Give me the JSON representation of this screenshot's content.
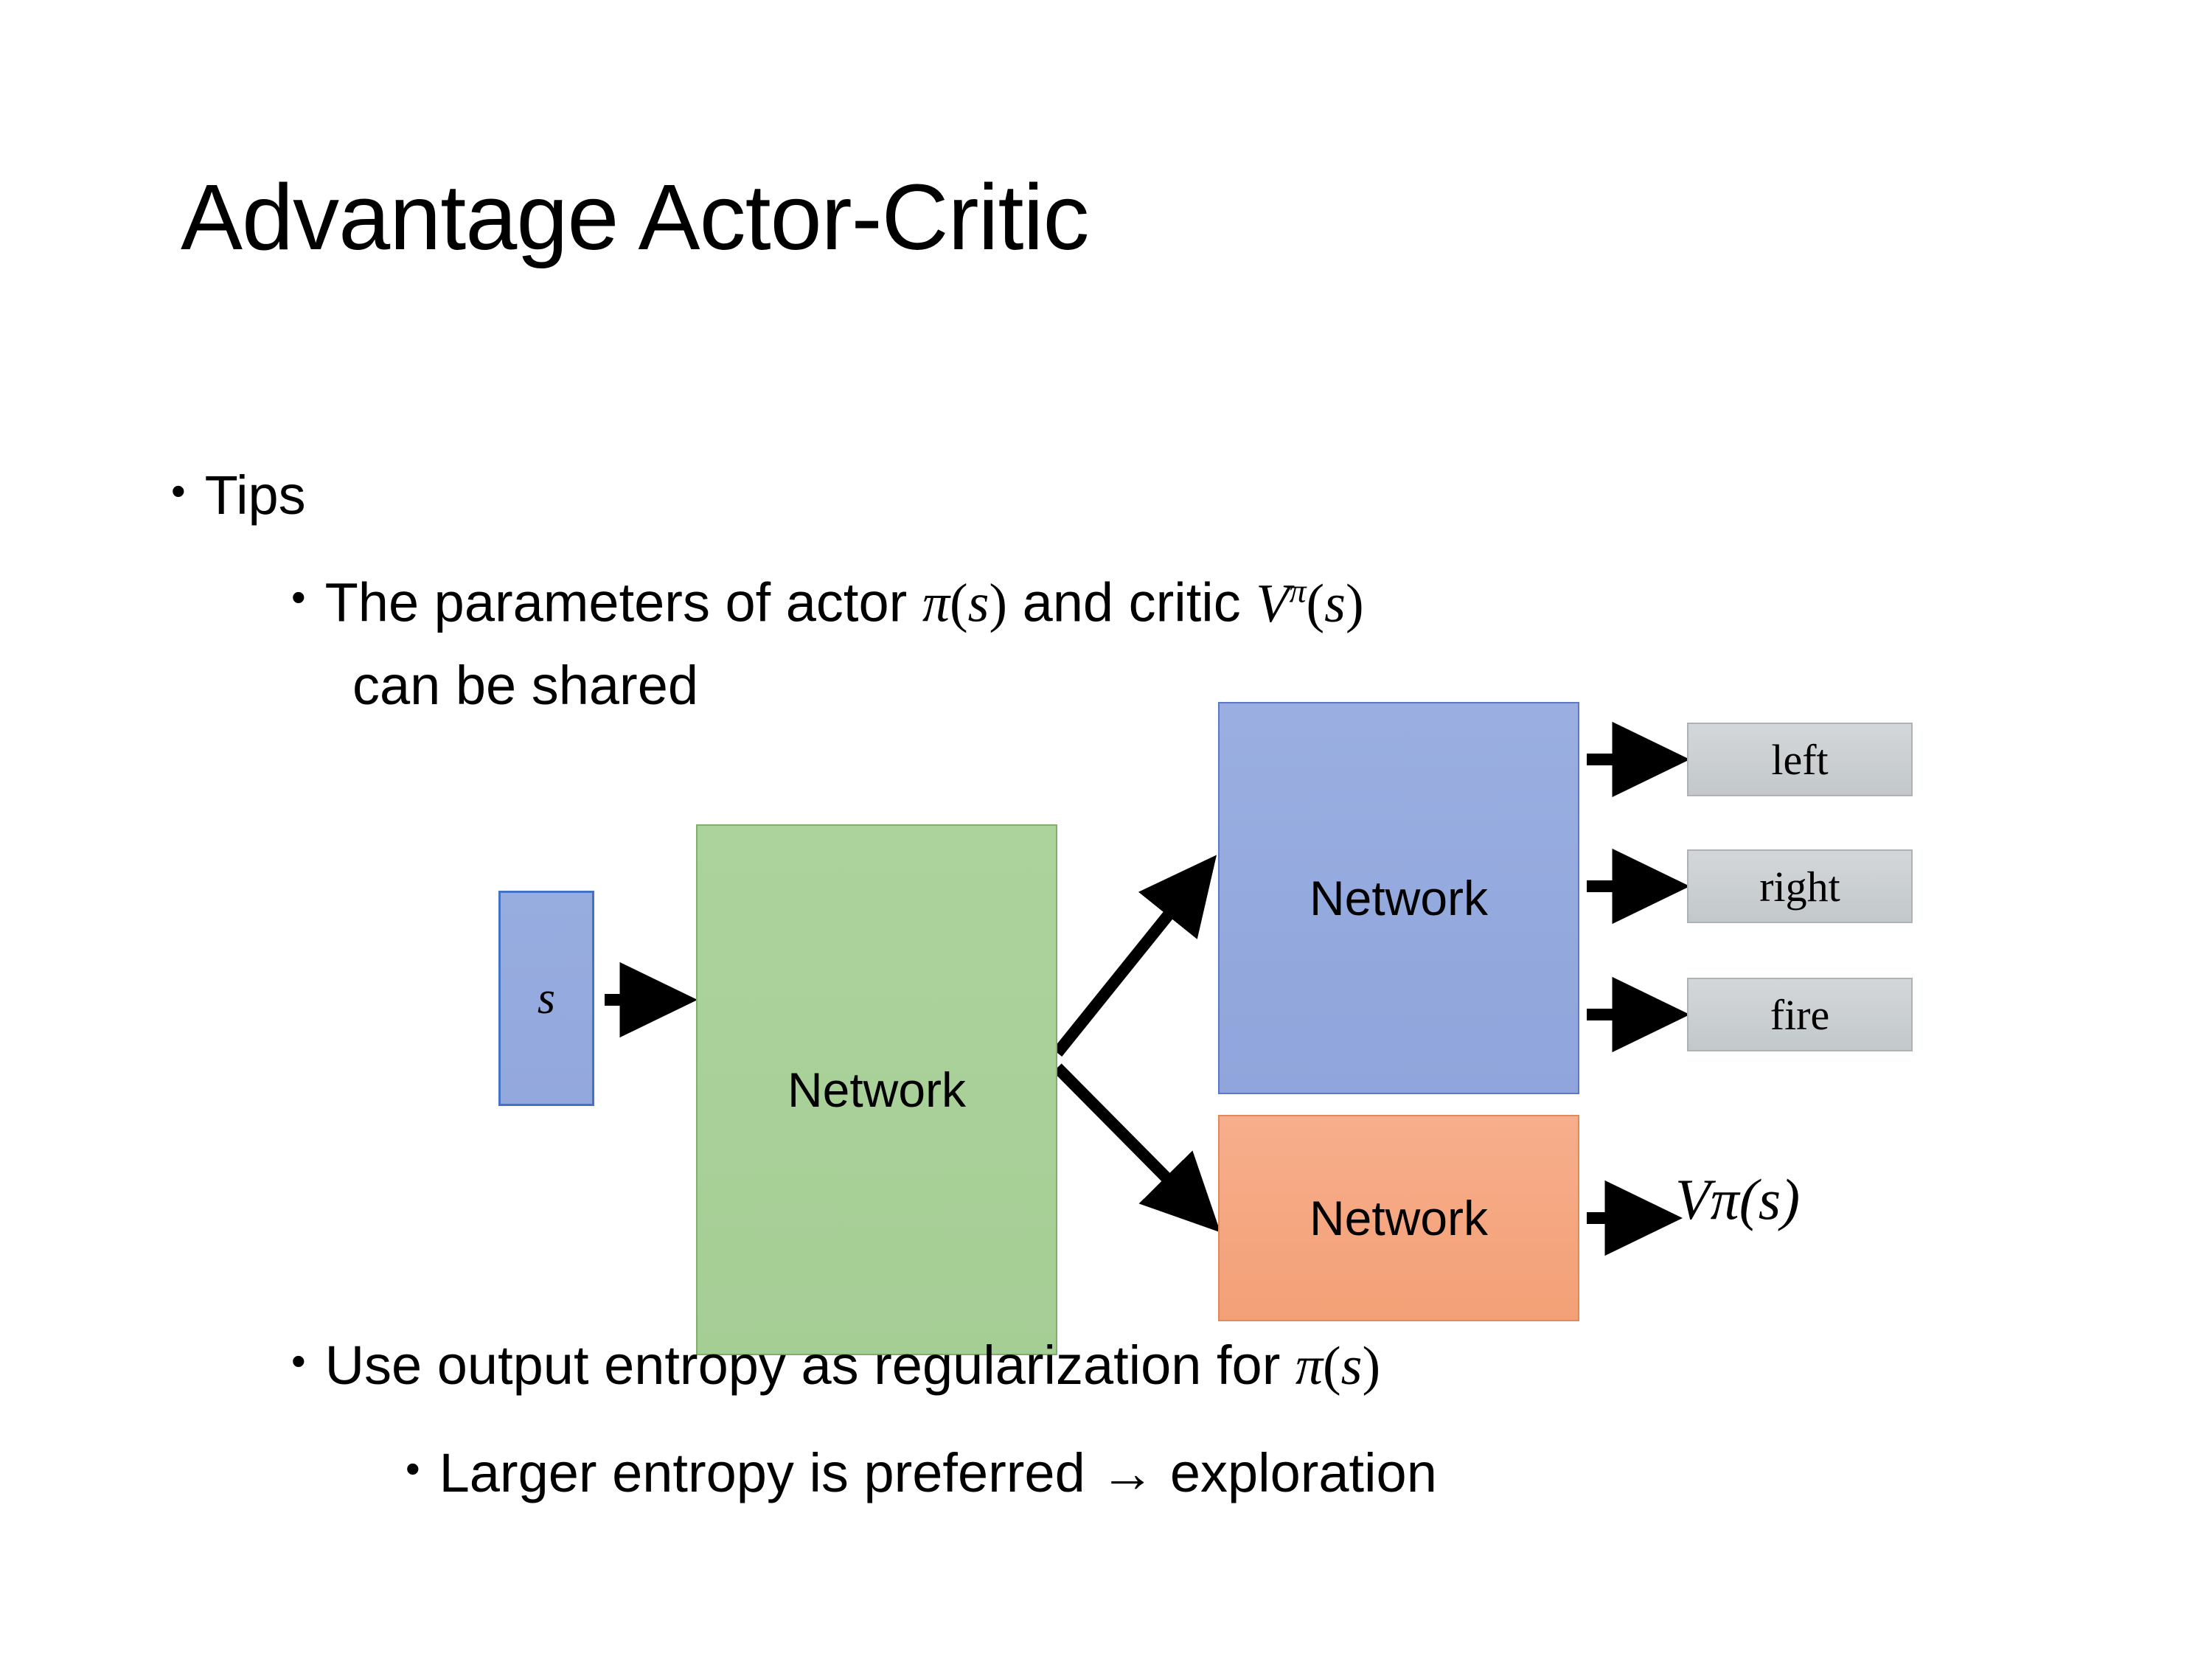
{
  "slide": {
    "title": "Advantage Actor-Critic",
    "bullets": {
      "tips": "Tips",
      "params_line1_a": "The parameters of actor ",
      "params_math_pi": "π",
      "params_math_pi_args": "(s)",
      "params_line1_b": " and critic ",
      "params_math_v": "V",
      "params_math_v_sup": "π",
      "params_math_v_args": "(s)",
      "params_line2": "can be shared",
      "entropy_a": "Use output entropy as regularization for ",
      "entropy_math_pi": "π",
      "entropy_math_pi_args": "(s)",
      "larger": "Larger entropy is preferred → exploration"
    },
    "bullet_marker": "•"
  },
  "diagram": {
    "input_label": "s",
    "shared_network_label": "Network",
    "actor_network_label": "Network",
    "critic_network_label": "Network",
    "actions": [
      {
        "label": "left"
      },
      {
        "label": "right"
      },
      {
        "label": "fire"
      }
    ],
    "critic_output": {
      "symbol": "V",
      "superscript": "π",
      "args": "(s)"
    },
    "colors": {
      "input_fill": "#95A9DE",
      "input_border": "#4472C4",
      "shared_fill": "#A9D09A",
      "shared_border": "#7FB069",
      "actor_fill": "#95A9DE",
      "actor_border": "#5B79C9",
      "critic_fill": "#F5A781",
      "critic_border": "#E08A5C",
      "action_fill": "#C8CCCE",
      "action_border": "#ADB2B5",
      "arrow": "#000000",
      "background": "#FFFFFF",
      "text": "#000000"
    }
  }
}
